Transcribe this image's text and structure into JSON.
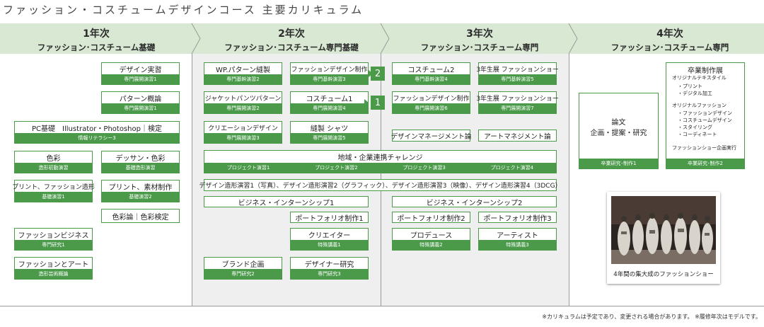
{
  "title": "ファッション・コスチュームデザインコース 主要カリキュラム",
  "years": [
    {
      "year": "1年次",
      "desc": "ファッション･コスチューム基礎"
    },
    {
      "year": "2年次",
      "desc": "ファッション･コスチューム専門基礎"
    },
    {
      "year": "3年次",
      "desc": "ファッション･コスチューム専門"
    },
    {
      "year": "4年次",
      "desc": "ファッション･コスチューム専門"
    }
  ],
  "y1": {
    "design_jisshu": {
      "name": "デザイン実習",
      "tag": "専門展開演習1"
    },
    "pattern_gairon": {
      "name": "パターン概論",
      "tag": "専門展開演習1"
    },
    "pc": {
      "name": "PC基礎　Illustrator・Photoshop｜検定",
      "tag": "情報リテラシー3"
    },
    "shikisai": {
      "name": "色彩",
      "tag": "造形初動演習"
    },
    "dessin": {
      "name": "デッサン・色彩",
      "tag": "基礎造形演習"
    },
    "print_zokei": {
      "name": "プリント、ファッション造形",
      "tag": "基礎演習1"
    },
    "print_sozai": {
      "name": "プリント、素材制作",
      "tag": "基礎演習2"
    },
    "shikisairon": {
      "name": "色彩論｜色彩検定"
    },
    "fashion_business": {
      "name": "ファッションビジネス",
      "tag": "専門研究1"
    },
    "fashion_art": {
      "name": "ファッションとアート",
      "tag": "造形芸術概論"
    }
  },
  "y2": {
    "wp_pattern": {
      "name": "WP.パターン縫製",
      "tag": "専門基幹演習2"
    },
    "fashion_design_seisaku": {
      "name": "ファッションデザイン制作",
      "tag": "専門基幹演習3"
    },
    "jacket": {
      "name": "ジャケットパンツパターン",
      "tag": "専門展開演習2"
    },
    "costume1": {
      "name": "コスチューム1",
      "tag": "専門展開演習4"
    },
    "creation": {
      "name": "クリエーションデザイン",
      "tag": "専門展開演習3"
    },
    "housei_shirt": {
      "name": "縫製 シャツ",
      "tag": "専門展開演習5"
    },
    "portfolio1": {
      "name": "ポートフォリオ制作1"
    },
    "creator": {
      "name": "クリエイター",
      "tag": "特殊講義1"
    },
    "brand": {
      "name": "ブランド企画",
      "tag": "専門研究2"
    },
    "designer_kenkyu": {
      "name": "デザイナー研究",
      "tag": "専門研究3"
    },
    "badge2": "2",
    "badge1": "1"
  },
  "y3": {
    "costume2": {
      "name": "コスチューム2",
      "tag": "専門基幹演習4"
    },
    "show1": {
      "name": "3年生展 ファッションショー",
      "tag": "専門基幹演習5"
    },
    "fashion_design": {
      "name": "ファッションデザイン制作",
      "tag": "専門展開演習6"
    },
    "show2": {
      "name": "3年生展 ファッションショー",
      "tag": "専門展開演習7"
    },
    "design_mgmt": {
      "name": "デザインマネージメント論"
    },
    "art_mgmt": {
      "name": "アートマネジメント論"
    },
    "portfolio2": {
      "name": "ポートフォリオ制作2"
    },
    "portfolio3": {
      "name": "ポートフォリオ制作3"
    },
    "producer": {
      "name": "プロデュース",
      "tag": "特殊講義2"
    },
    "artist": {
      "name": "アーティスト",
      "tag": "特殊講義3"
    }
  },
  "shared": {
    "chiiki": {
      "name": "地域・企業連携チャレンジ",
      "tags": [
        "プロジェクト演習1",
        "プロジェクト演習2",
        "プロジェクト演習3",
        "プロジェクト演習4"
      ]
    },
    "zokei": {
      "name": "デザイン造形演習1（写真）、デザイン造形演習2（グラフィック）、デザイン造形演習3（映像）、デザイン造形演習4（3DCG）"
    },
    "intern1": {
      "name": "ビジネス・インターンシップ1"
    },
    "intern2": {
      "name": "ビジネス・インターンシップ2"
    }
  },
  "y4": {
    "ronbun": {
      "line1": "論文",
      "line2": "企画・提案・研究",
      "tag": "卒業研究･制作1"
    },
    "graduation": {
      "title": "卒業制作展",
      "sub1": "オリジナルテキスタイル",
      "items1": [
        "・プリント",
        "・デジタル加工"
      ],
      "sub2": "オリジナルファッション",
      "items2": [
        "・ファッションデザイン",
        "・コスチュームデザイン",
        "・スタイリング",
        "・コーディネート"
      ],
      "show": "ファッションショー企画実行",
      "tag": "卒業研究･制作2"
    },
    "photo_caption": "4年間の集大成のファッションショー"
  },
  "footnote": "※カリキュラムは予定であり、変更される場合があります。 ※履修年次はモデルです。",
  "colors": {
    "green": "#4a9a4a",
    "header_bg": "#d8e8d3",
    "column_gray": "#efefef"
  }
}
